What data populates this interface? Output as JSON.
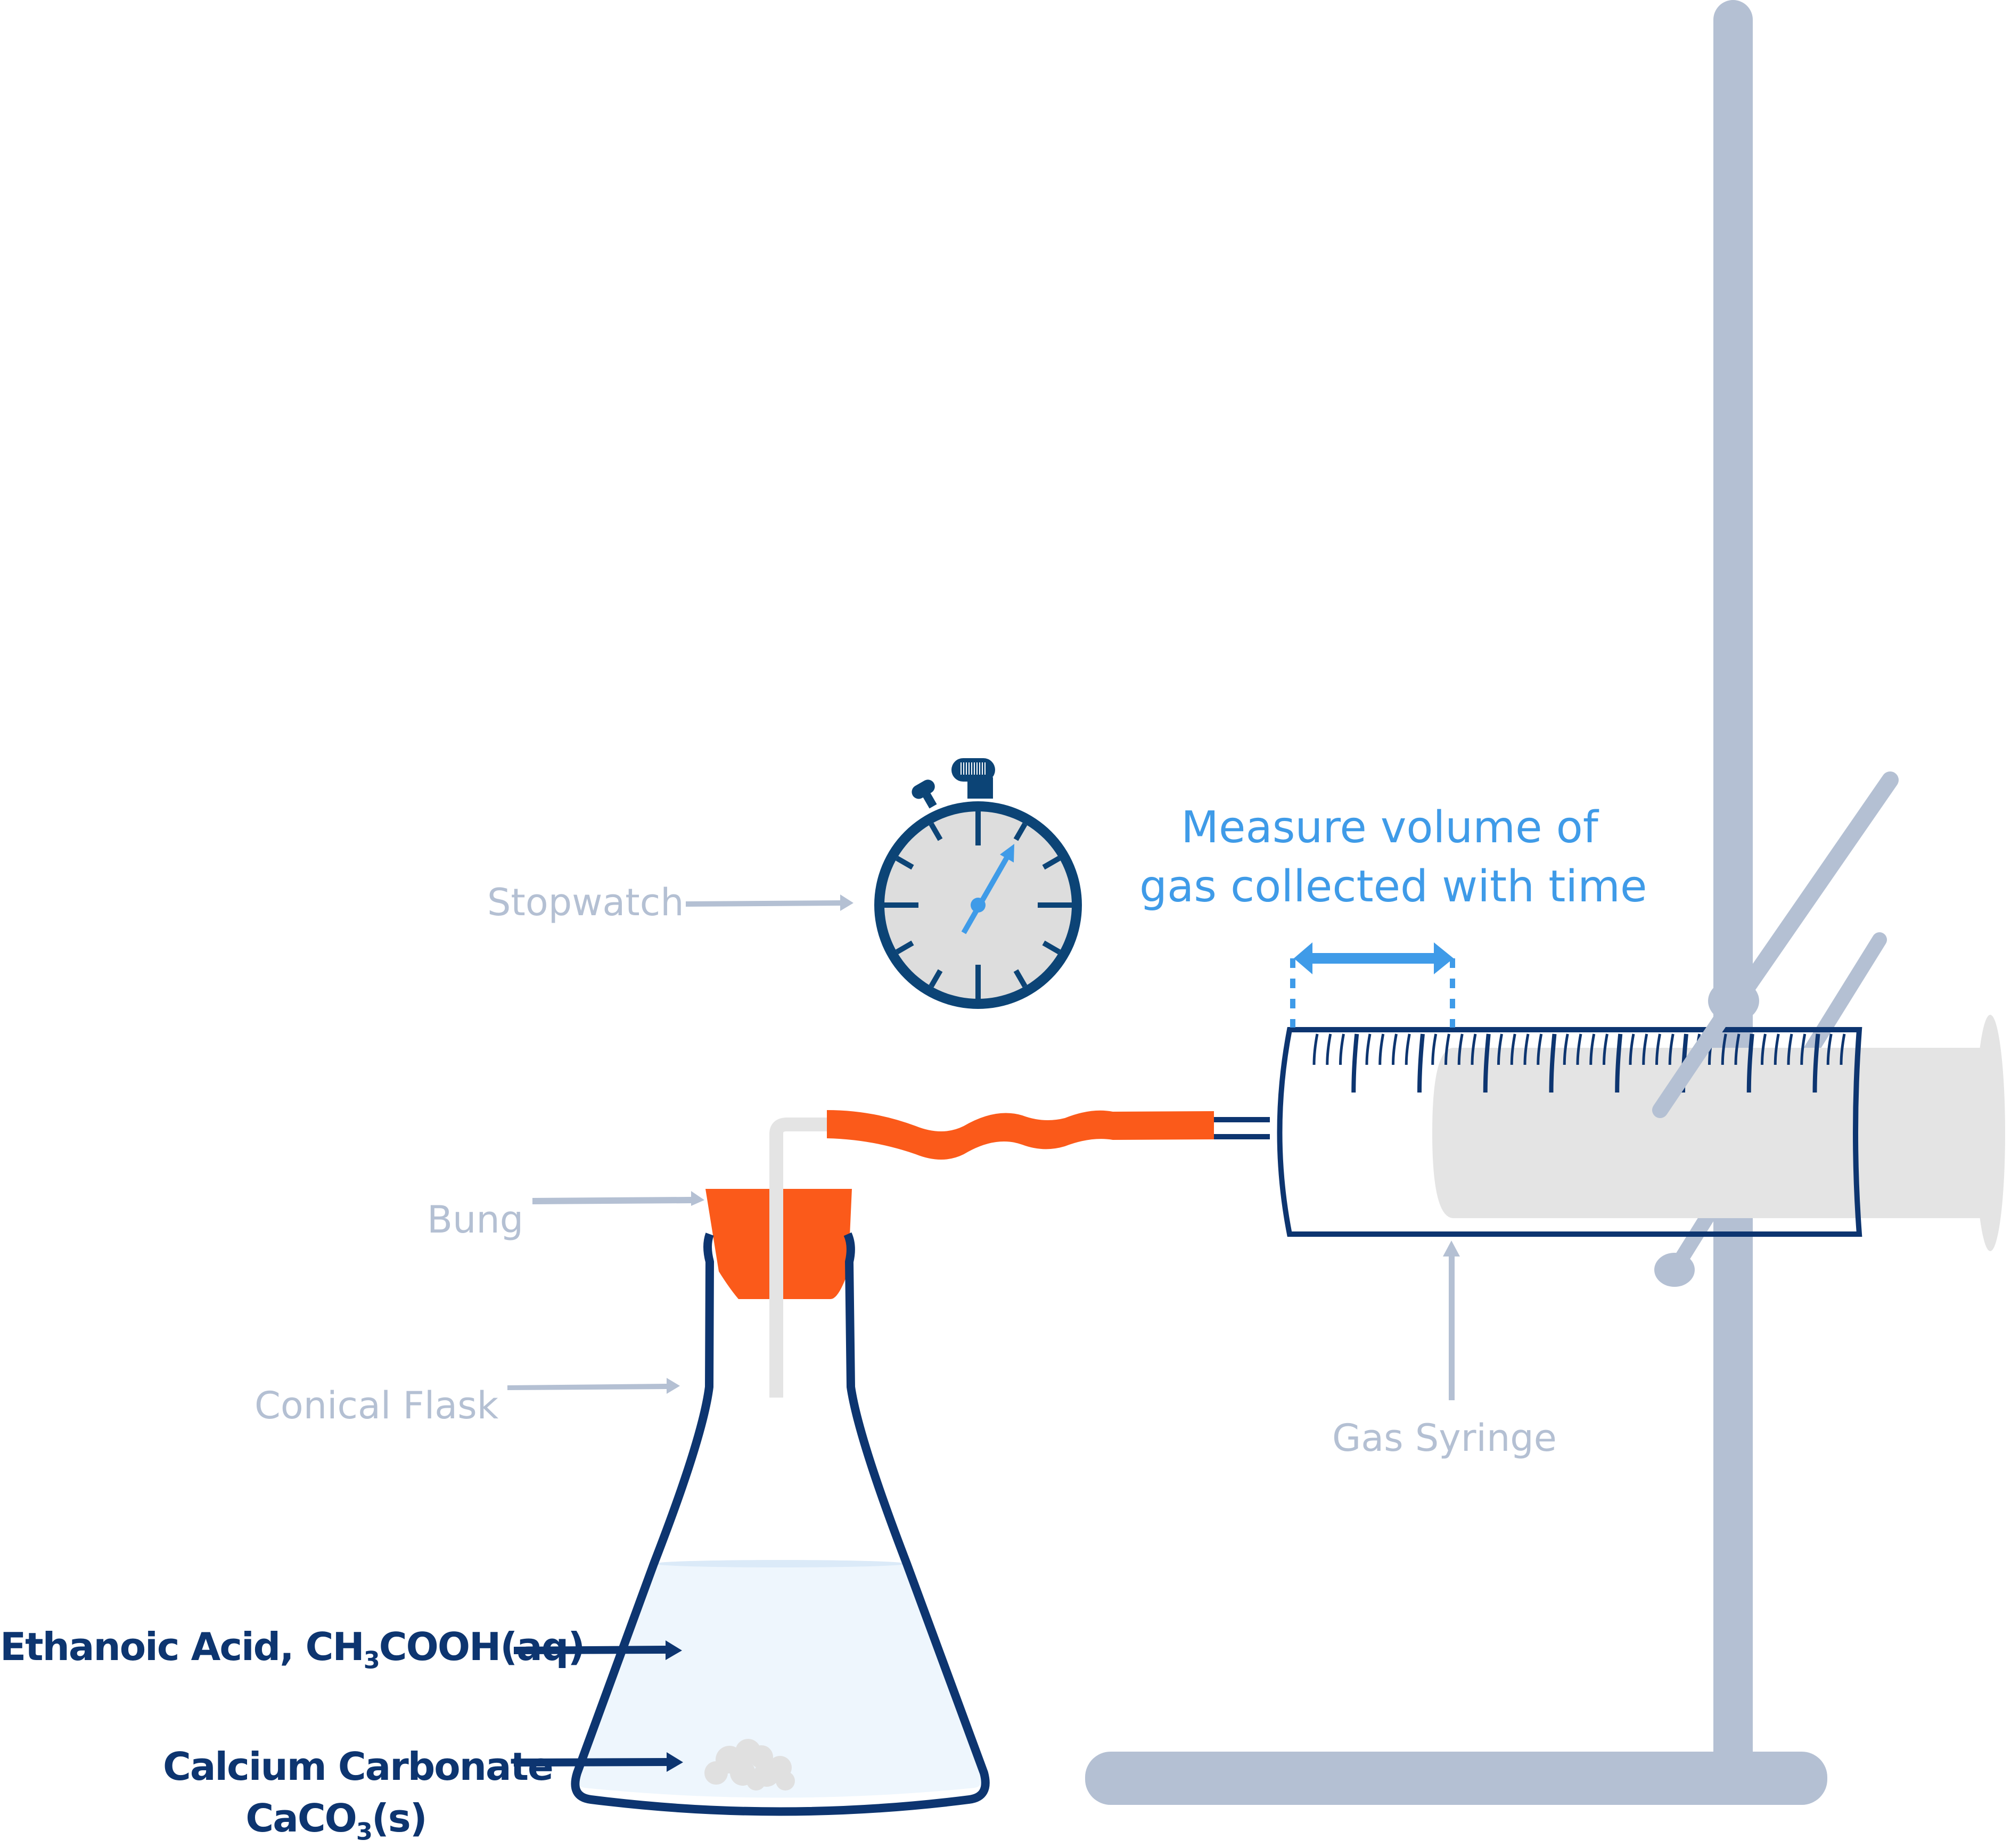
{
  "colors": {
    "navy": "#0d3570",
    "stopwatch_navy": "#0c4476",
    "accent_blue": "#3f9be8",
    "stand_grey": "#b4c0d3",
    "bung_orange": "#fb5a1a",
    "liquid_fill": "#eef6fd",
    "liquid_surface": "#dbeaf8",
    "plunger_grey": "#e4e4e4",
    "face_grey": "#dddddd",
    "glass_tube": "#e4e4e4"
  },
  "annotation": {
    "line1": "Measure volume of",
    "line2": "gas collected with time"
  },
  "labels": {
    "stopwatch": "Stopwatch",
    "bung": "Bung",
    "conical_flask": "Conical Flask",
    "gas_syringe": "Gas Syringe",
    "acid": {
      "prefix": "Ethanoic Acid, CH",
      "subscript": "3",
      "suffix": "COOH(aq)"
    },
    "carbonate": {
      "line1": "Calcium Carbonate",
      "prefix": "CaCO",
      "subscript": "3",
      "suffix": "(s)"
    }
  },
  "icons": {
    "stopwatch": "stopwatch-icon",
    "flask": "conical-flask-icon",
    "syringe": "gas-syringe-icon",
    "stand": "retort-stand-icon",
    "arrow": "arrow-right-icon"
  }
}
